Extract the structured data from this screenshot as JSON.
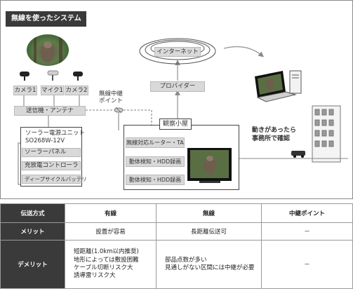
{
  "diagram": {
    "title": "無線を使ったシステム例",
    "devices": [
      "カメラ1",
      "マイク1",
      "カメラ2"
    ],
    "transmitter": "送信機・アンテナ",
    "solar": {
      "unit_line1": "ソーラー電源ユニット",
      "unit_line2": "SO268W-12V",
      "panel": "ソーラーパネル",
      "controller": "充放電コントローラ",
      "battery": "ディープサイクルバッテリ"
    },
    "relay_point": "無線中継\nポイント",
    "internet": "インターネット",
    "provider": "プロバイダー",
    "hut": {
      "title": "観察小屋",
      "router": "無線対応ルーター・TA",
      "recorder1": "動体検知・HDD録画",
      "recorder2": "動体検知・HDD録画"
    },
    "office_caption": "動きがあったら\n事務所で確認"
  },
  "table": {
    "headers": [
      "伝送方式",
      "有線",
      "無線",
      "中継ポイント"
    ],
    "rows": [
      {
        "label": "メリット",
        "wired": "設置が容易",
        "wireless": "長距離伝送可",
        "relay": "－"
      },
      {
        "label": "デメリット",
        "wired": "短距離(1.0km以内推奨)\n地形によっては敷設困難\nケーブル切断リスク大\n誘導雷リスク大",
        "wireless": "部品点数が多い\n見通しがない区間には中継が必要",
        "relay": "－"
      }
    ]
  },
  "colors": {
    "header_dark": "#3a3a3a",
    "box_gray": "#d9d9d9",
    "line_gray": "#9a9a9a"
  }
}
